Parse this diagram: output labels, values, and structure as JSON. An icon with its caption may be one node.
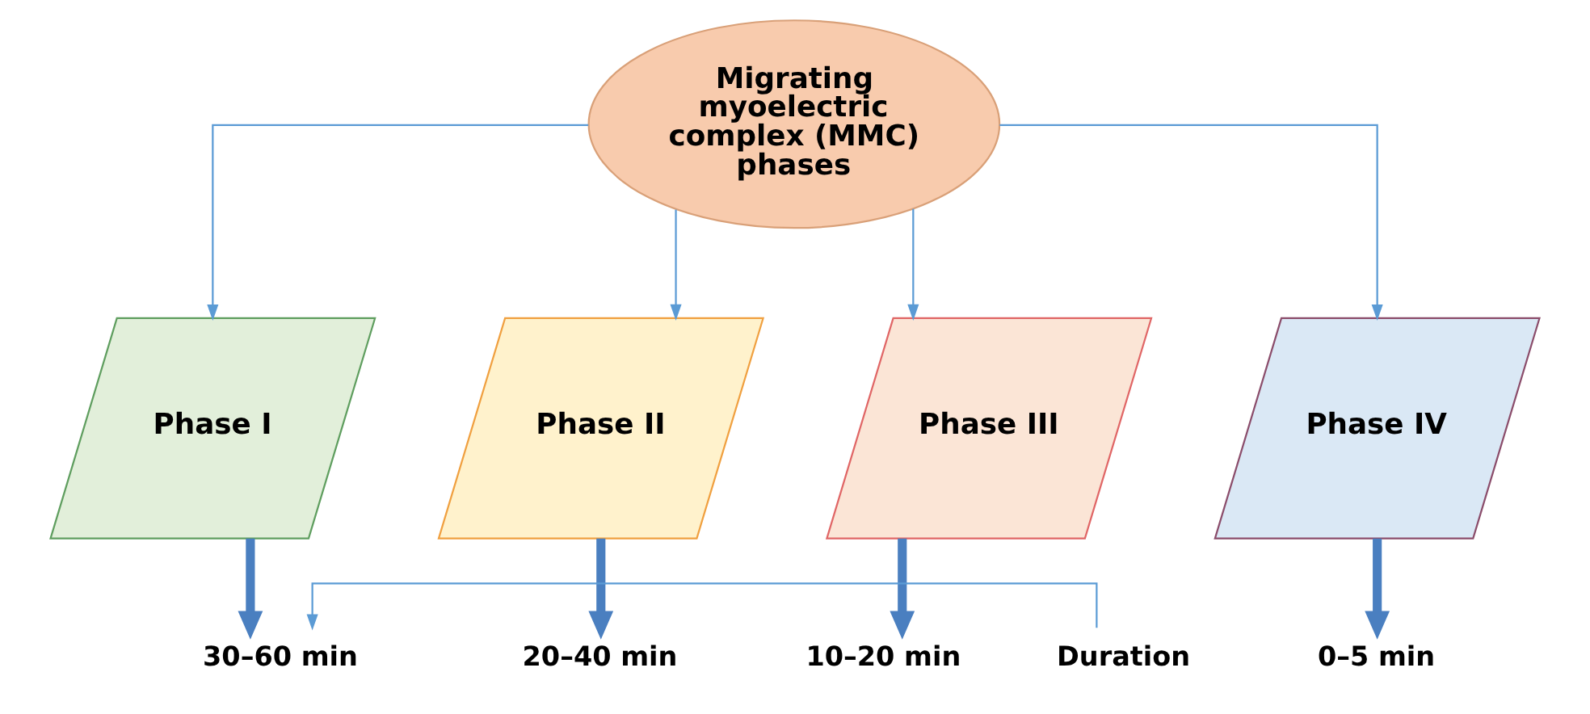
{
  "diagram": {
    "nodes": [
      {
        "text": [
          "Migrating myoelectric complex (MMC) phases"
        ]
      },
      {
        "text": [
          "Phase I"
        ]
      },
      {
        "text": [
          "Phase II"
        ]
      },
      {
        "text": [
          "Phase III"
        ]
      },
      {
        "text": [
          "Phase IV"
        ]
      },
      {
        "text": [
          "Duration"
        ]
      },
      {
        "text": [
          "30–60 min"
        ]
      },
      {
        "text": [
          "20–40 min"
        ]
      },
      {
        "text": [
          "10–20 min"
        ]
      },
      {
        "text": [
          "0–5 min"
        ]
      }
    ],
    "edges": [
      {
        "from": 0,
        "to": 1,
        "arrow": "to"
      },
      {
        "from": 0,
        "to": 2,
        "arrow": "to"
      },
      {
        "from": 0,
        "to": 3,
        "arrow": "to"
      },
      {
        "from": 0,
        "to": 4,
        "arrow": "to"
      },
      {
        "from": 1,
        "to": 6,
        "arrow": "to",
        "style": "thick"
      },
      {
        "from": 2,
        "to": 7,
        "arrow": "to",
        "style": "thick"
      },
      {
        "from": 3,
        "to": 8,
        "arrow": "to",
        "style": "thick"
      },
      {
        "from": 4,
        "to": 9,
        "arrow": "to",
        "style": "thick"
      },
      {
        "from": 5,
        "to": 6,
        "arrow": "to"
      }
    ]
  }
}
